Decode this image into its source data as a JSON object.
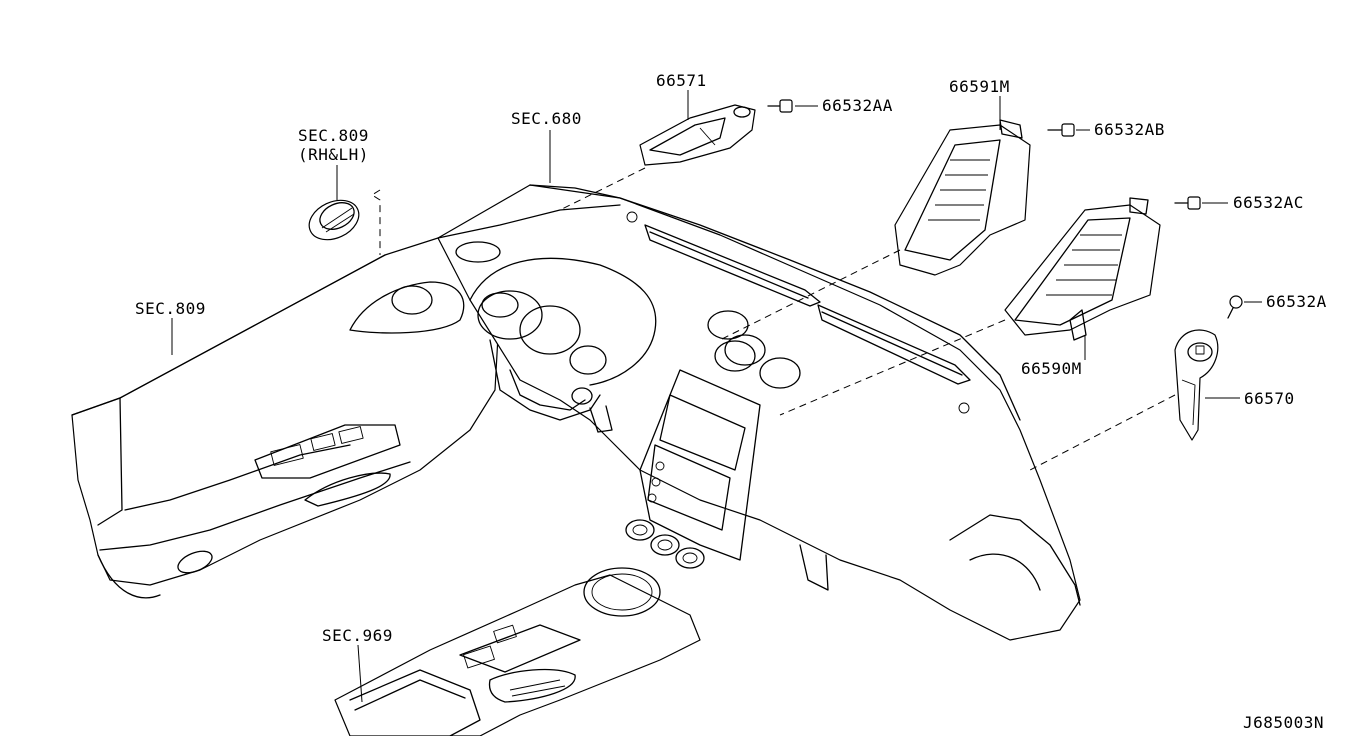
{
  "diagram": {
    "drawing_number": "J685003N",
    "labels": {
      "p66571": "66571",
      "p66532AA": "66532AA",
      "p66591M": "66591M",
      "p66532AB": "66532AB",
      "p66532AC": "66532AC",
      "p66532A": "66532A",
      "p66590M": "66590M",
      "p66570": "66570",
      "sec680": "SEC.680",
      "sec809_top": "SEC.809",
      "sec809_top_sub": "(RH&LH)",
      "sec809_door": "SEC.809",
      "sec969": "SEC.969"
    }
  }
}
